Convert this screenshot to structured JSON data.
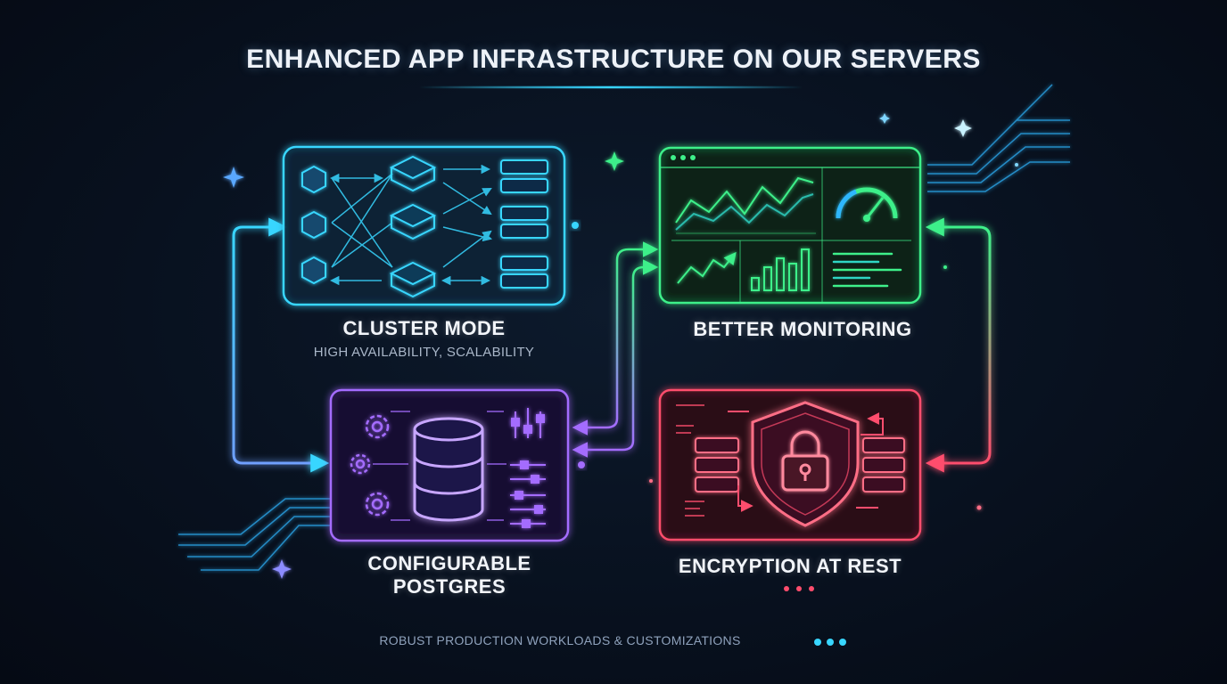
{
  "title": "ENHANCED APP INFRASTRUCTURE ON OUR SERVERS",
  "nodes": {
    "cluster": {
      "label": "CLUSTER MODE",
      "sublabel": "HIGH AVAILABILITY, SCALABILITY"
    },
    "monitoring": {
      "label": "BETTER MONITORING"
    },
    "postgres": {
      "label_line1": "CONFIGURABLE",
      "label_line2": "POSTGRES"
    },
    "encryption": {
      "label": "ENCRYPTION AT REST"
    }
  },
  "footer": "ROBUST PRODUCTION WORKLOADS & CUSTOMIZATIONS",
  "colors": {
    "cyan": "#38d6ff",
    "green": "#3ef08a",
    "purple": "#a46cff",
    "red": "#ff4d6d"
  }
}
